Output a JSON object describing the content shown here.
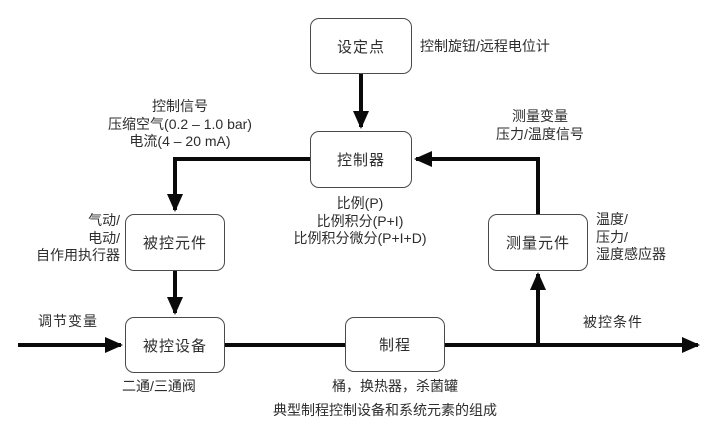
{
  "diagram": {
    "caption": "典型制程控制设备和系统元素的组成",
    "colors": {
      "line": "#0a0a0a",
      "box_border": "#4a4a4a",
      "box_fill": "#ffffff",
      "text": "#2d2d2d"
    },
    "boxes": {
      "setpoint": "设定点",
      "controller": "控制器",
      "final_control_element": "被控元件",
      "controlled_device": "被控设备",
      "process": "制程",
      "measuring_element": "测量元件"
    },
    "labels": {
      "setpoint_note": "控制旋钮/远程电位计",
      "control_signal": [
        "控制信号",
        "压缩空气(0.2 – 1.0 bar)",
        "电流(4 – 20 mA)"
      ],
      "measured_variable": [
        "测量变量",
        "压力/温度信号"
      ],
      "pid_modes": [
        "比例(P)",
        "比例积分(P+I)",
        "比例积分微分(P+I+D)"
      ],
      "actuator_types": [
        "气动/",
        "电动/",
        "自作用执行器"
      ],
      "sensor_types": [
        "温度/",
        "压力/",
        "湿度感应器"
      ],
      "manipulated_variable": "调节变量",
      "valve_note": "二通/三通阀",
      "process_examples": "桶，换热器，杀菌罐",
      "controlled_condition": "被控条件"
    }
  }
}
